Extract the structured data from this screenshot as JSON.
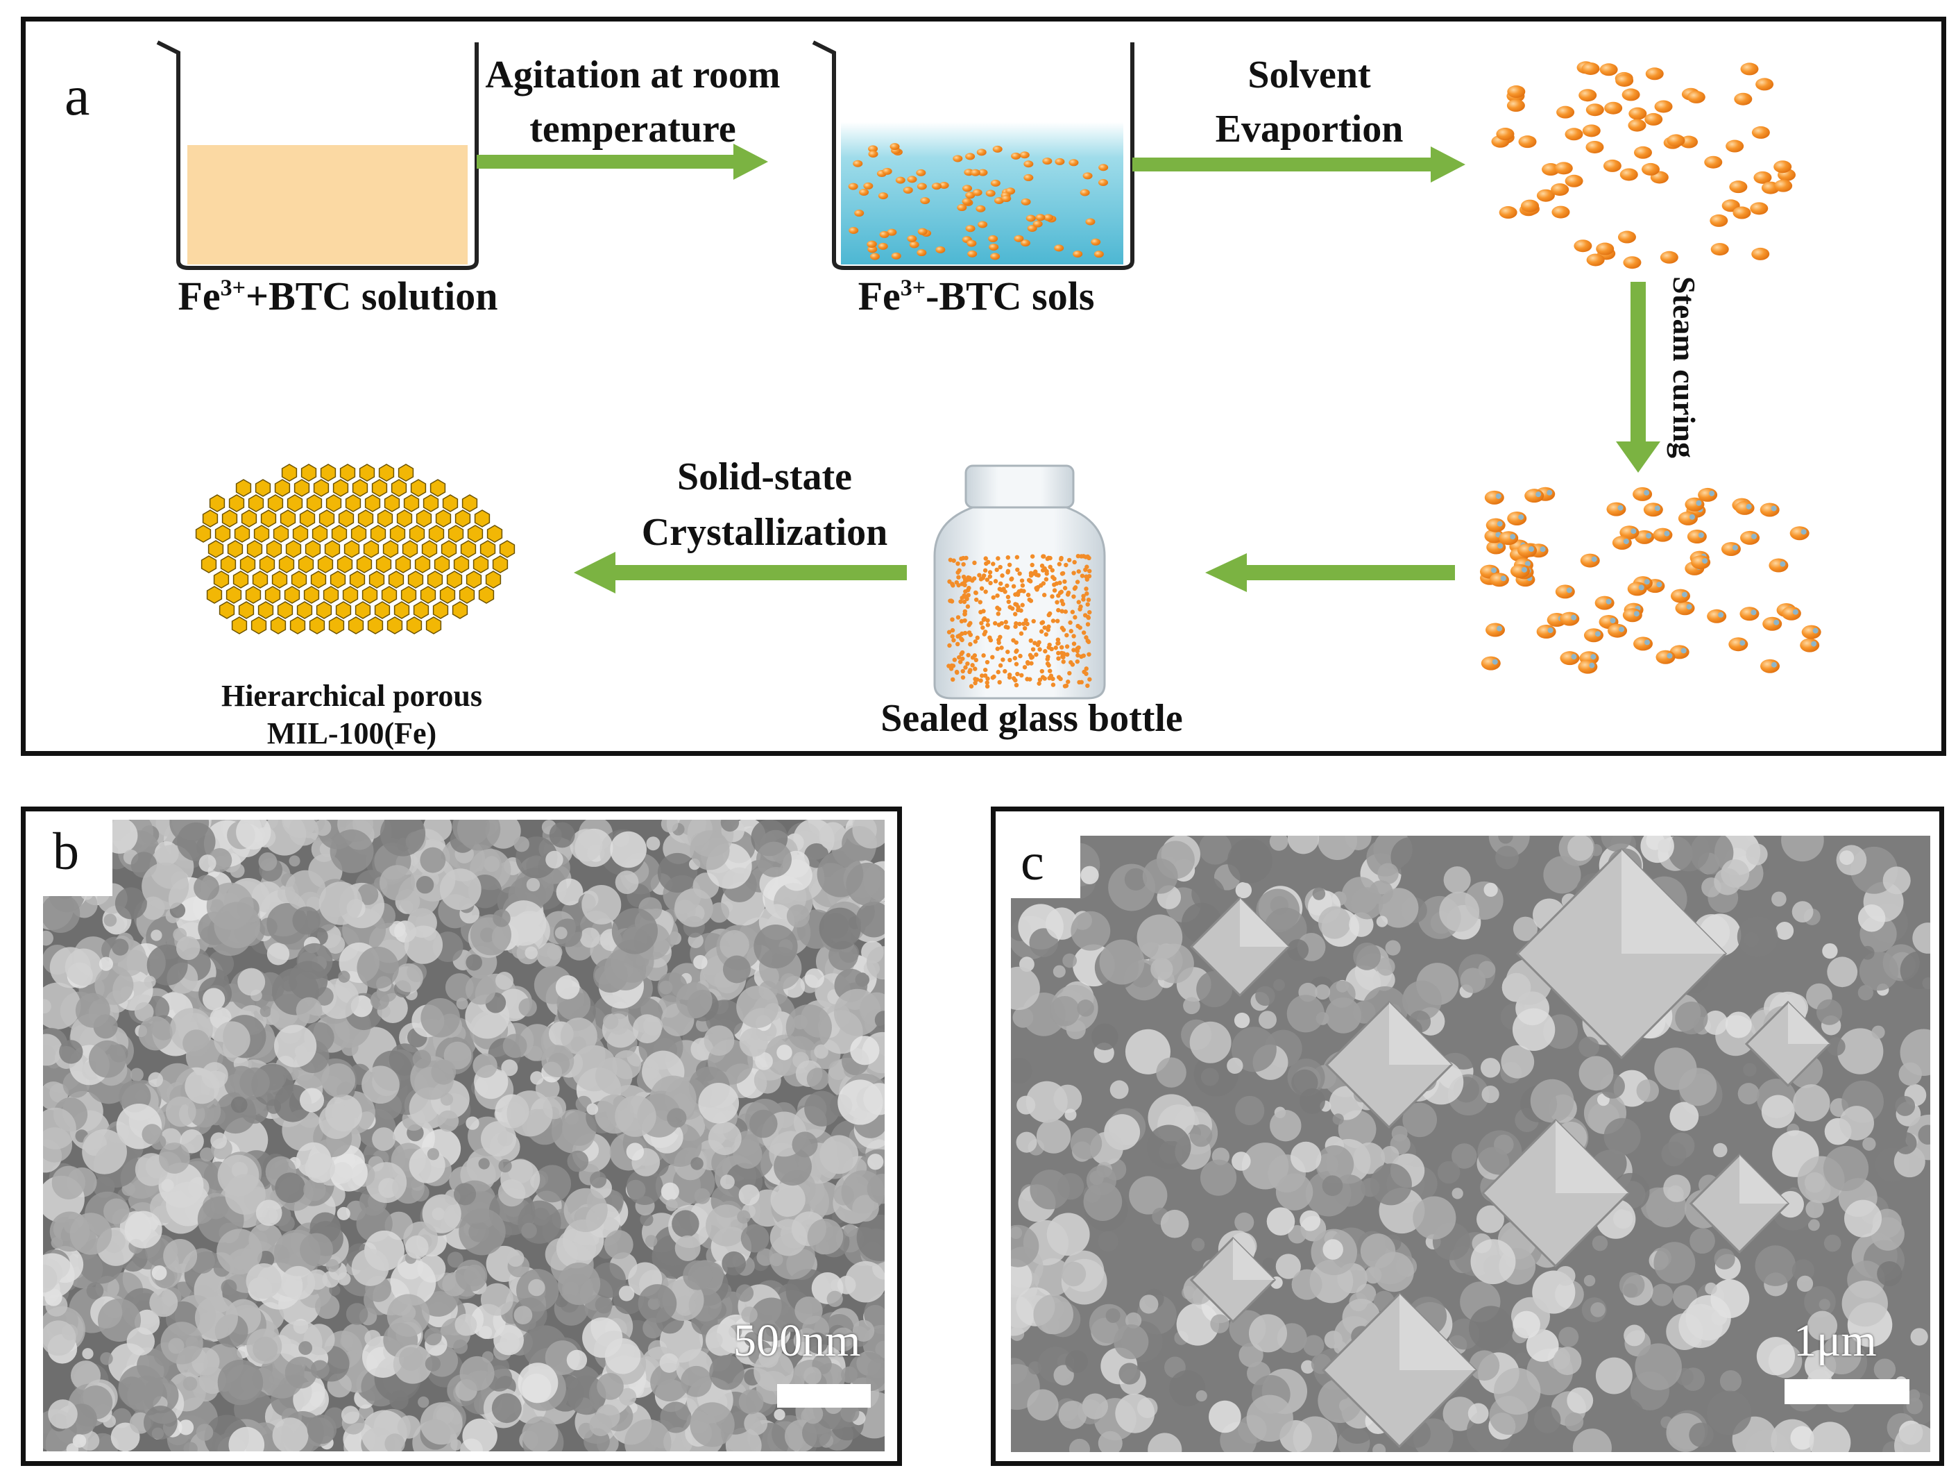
{
  "panel_a": {
    "label": "a",
    "steps": {
      "agitation_line1": "Agitation at room",
      "agitation_line2": "temperature",
      "evaporation_line1": "Solvent",
      "evaporation_line2": "Evaportion",
      "steam": "Steam curing",
      "crystallization_line1": "Solid-state",
      "crystallization_line2": "Crystallization"
    },
    "captions": {
      "solution_prefix": "Fe",
      "solution_sup": "3+",
      "solution_suffix": "+BTC solution",
      "sols_prefix": "Fe",
      "sols_sup": "3+",
      "sols_suffix": "-BTC sols",
      "bottle": "Sealed glass bottle",
      "product_line1": "Hierarchical porous",
      "product_line2": "MIL-100(Fe)"
    },
    "colors": {
      "arrow": "#7bb342",
      "particle": "#f28c28",
      "solution": "#fbd9a3",
      "sol_liquid": "#5cc2dc",
      "crystal": "#f2b705"
    }
  },
  "panel_b": {
    "label": "b",
    "scale_label": "500nm"
  },
  "panel_c": {
    "label": "c",
    "scale_label": "1μm"
  }
}
